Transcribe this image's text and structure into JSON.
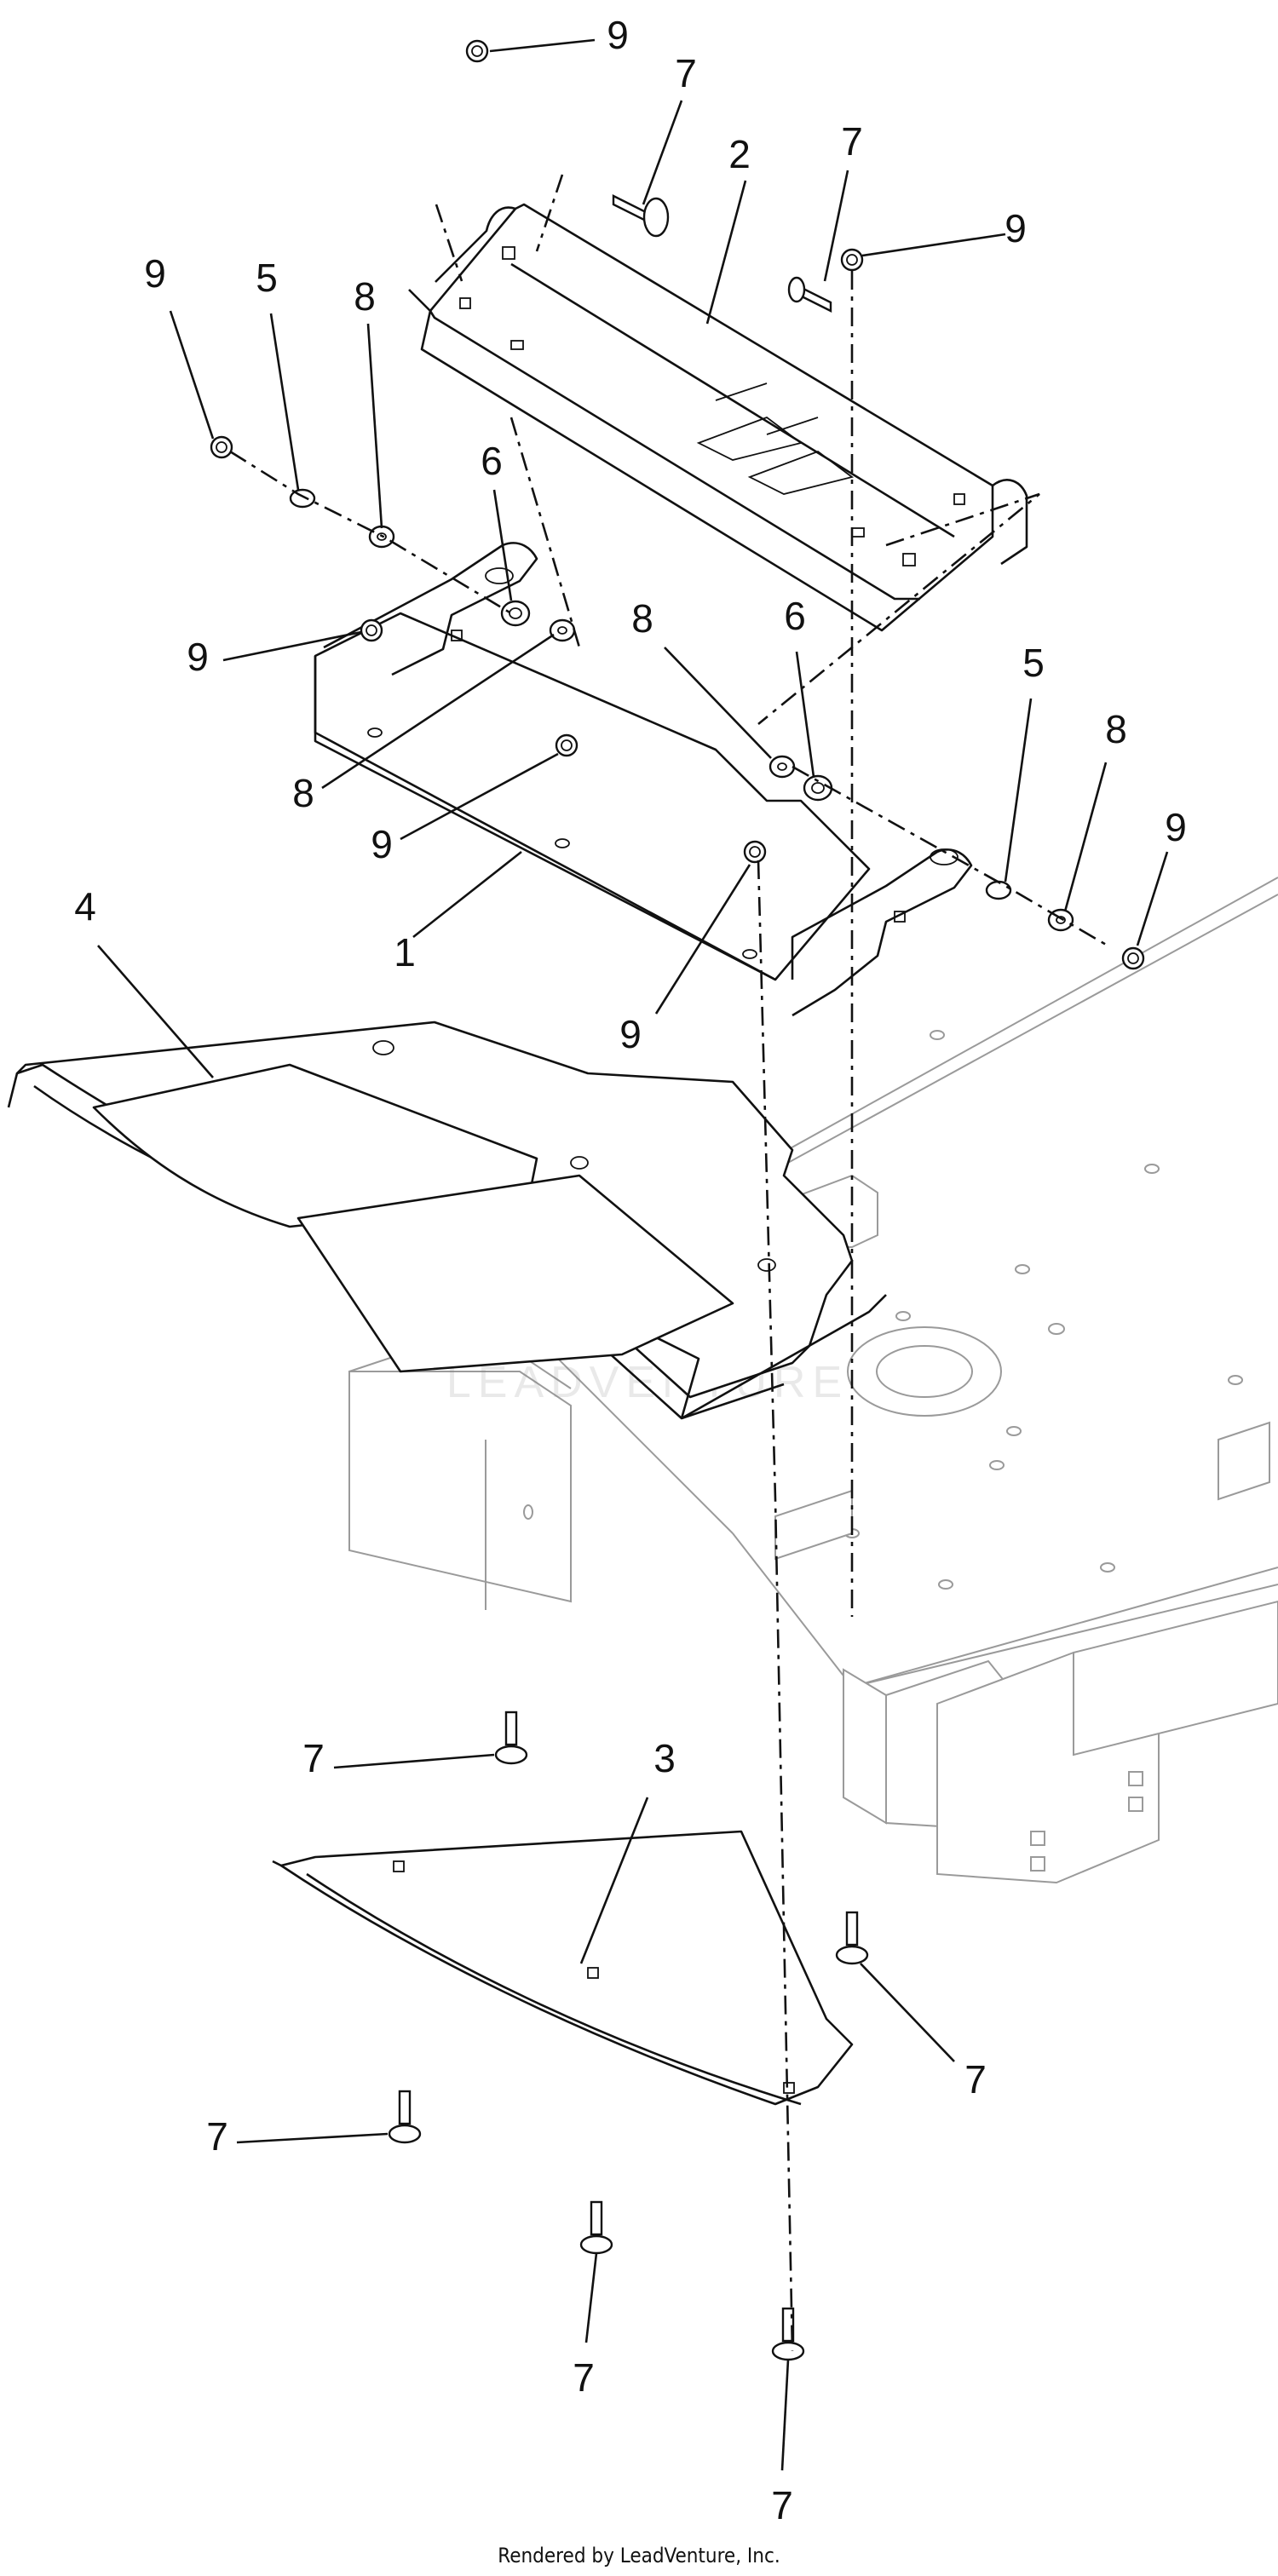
{
  "footer": "Rendered by LeadVenture, Inc.",
  "watermark": "LEADVENTURE",
  "callouts": [
    {
      "id": "c1",
      "label": "9"
    },
    {
      "id": "c2",
      "label": "7"
    },
    {
      "id": "c3",
      "label": "2"
    },
    {
      "id": "c4",
      "label": "7"
    },
    {
      "id": "c5",
      "label": "9"
    },
    {
      "id": "c6",
      "label": "9"
    },
    {
      "id": "c7",
      "label": "5"
    },
    {
      "id": "c8",
      "label": "8"
    },
    {
      "id": "c9",
      "label": "6"
    },
    {
      "id": "c10",
      "label": "9"
    },
    {
      "id": "c11",
      "label": "8"
    },
    {
      "id": "c12",
      "label": "8"
    },
    {
      "id": "c13",
      "label": "6"
    },
    {
      "id": "c14",
      "label": "5"
    },
    {
      "id": "c15",
      "label": "8"
    },
    {
      "id": "c16",
      "label": "9"
    },
    {
      "id": "c17",
      "label": "9"
    },
    {
      "id": "c18",
      "label": "1"
    },
    {
      "id": "c19",
      "label": "9"
    },
    {
      "id": "c20",
      "label": "4"
    },
    {
      "id": "c21",
      "label": "7"
    },
    {
      "id": "c22",
      "label": "3"
    },
    {
      "id": "c23",
      "label": "7"
    },
    {
      "id": "c24",
      "label": "7"
    },
    {
      "id": "c25",
      "label": "7"
    },
    {
      "id": "c26",
      "label": "7"
    }
  ]
}
